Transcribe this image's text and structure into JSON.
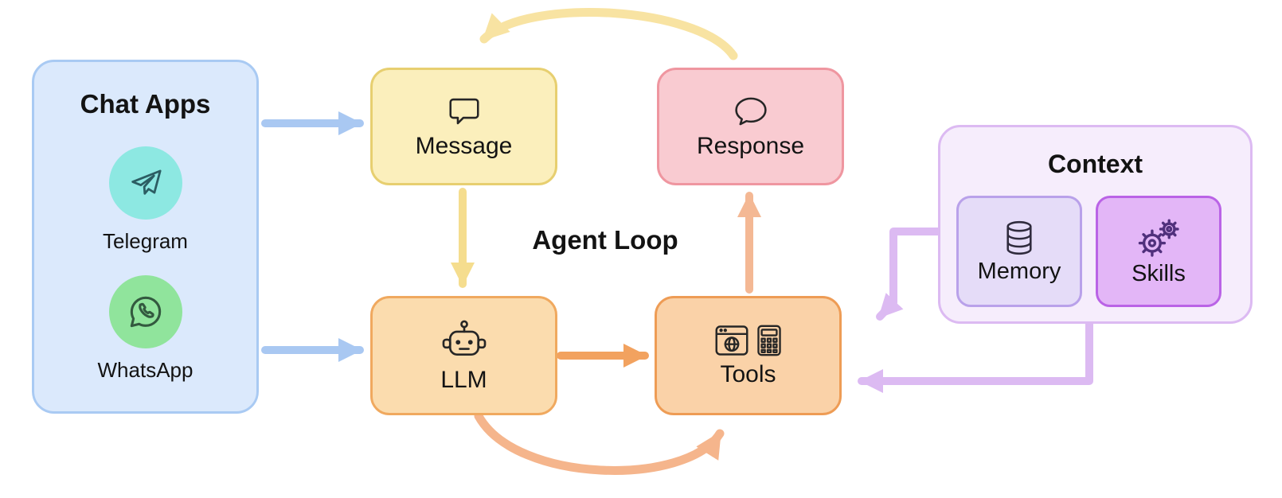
{
  "diagram": {
    "agent_loop_label": "Agent Loop",
    "chat_apps": {
      "title": "Chat Apps",
      "items": [
        {
          "label": "Telegram",
          "icon": "telegram-icon",
          "badge_color": "#8de8e2"
        },
        {
          "label": "WhatsApp",
          "icon": "whatsapp-icon",
          "badge_color": "#90e49c"
        }
      ]
    },
    "nodes": {
      "message": {
        "label": "Message",
        "icon": "speech-bubble-icon"
      },
      "response": {
        "label": "Response",
        "icon": "speech-bubble-round-icon"
      },
      "llm": {
        "label": "LLM",
        "icon": "robot-icon"
      },
      "tools": {
        "label": "Tools",
        "icons": [
          "browser-icon",
          "calculator-icon"
        ]
      }
    },
    "context": {
      "title": "Context",
      "children": [
        {
          "label": "Memory",
          "icon": "database-icon"
        },
        {
          "label": "Skills",
          "icon": "gears-icon"
        }
      ]
    },
    "edges": [
      {
        "from": "chat_apps",
        "to": "message",
        "color": "#a9c8f2",
        "style": "straight"
      },
      {
        "from": "chat_apps",
        "to": "llm",
        "color": "#a9c8f2",
        "style": "straight"
      },
      {
        "from": "message",
        "to": "llm",
        "color": "#f5dd8e",
        "style": "straight"
      },
      {
        "from": "llm",
        "to": "tools",
        "color": "#f2a25f",
        "style": "straight"
      },
      {
        "from": "tools",
        "to": "response",
        "color": "#f4b894",
        "style": "straight"
      },
      {
        "from": "response",
        "to": "message",
        "color": "#f8e3a2",
        "style": "curved-top"
      },
      {
        "from": "llm",
        "to": "tools",
        "color": "#f5b58c",
        "style": "curved-bottom"
      },
      {
        "from": "context",
        "to": "tools",
        "color": "#dcbaf2",
        "style": "elbow-top"
      },
      {
        "from": "context",
        "to": "tools",
        "color": "#dcbaf2",
        "style": "elbow-bottom"
      }
    ],
    "colors": {
      "chat_apps_fill": "#dbe9fc",
      "chat_apps_border": "#a9caf3",
      "message_fill": "#fbefbc",
      "message_border": "#e7cf70",
      "response_fill": "#f9cbd1",
      "response_border": "#ef96a0",
      "llm_fill": "#fbdcae",
      "llm_border": "#f0a95f",
      "tools_fill": "#fad2a8",
      "tools_border": "#ee9c55",
      "context_fill": "#f6edfc",
      "context_border": "#dcbaf2",
      "memory_fill": "#e5dcf8",
      "memory_border": "#b9a1ea",
      "skills_fill": "#e3b6f7",
      "skills_border": "#ba63e6"
    }
  }
}
